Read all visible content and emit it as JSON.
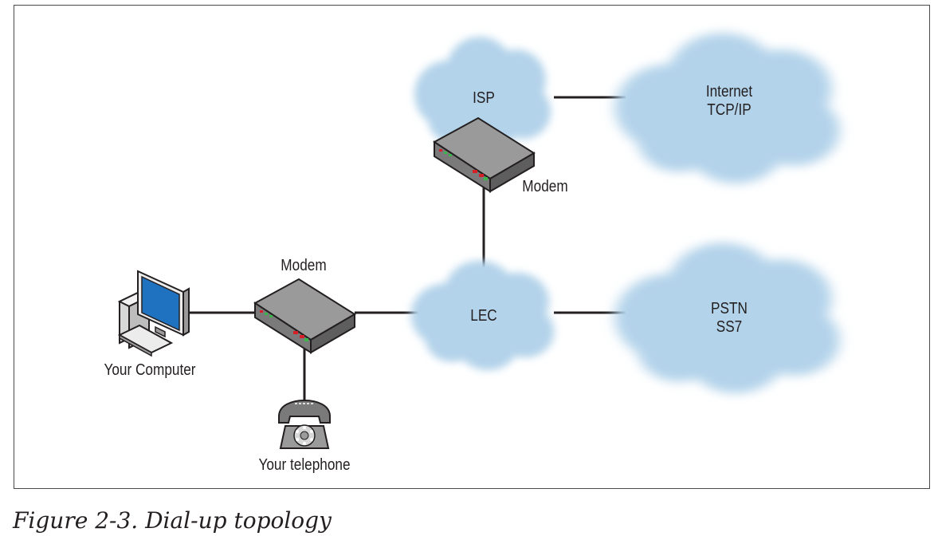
{
  "diagram": {
    "nodes": {
      "isp": {
        "label": "ISP",
        "icon": "cloud-icon"
      },
      "internet": {
        "line1": "Internet",
        "line2": "TCP/IP",
        "icon": "cloud-icon"
      },
      "lec": {
        "label": "LEC",
        "icon": "cloud-icon"
      },
      "pstn": {
        "line1": "PSTN",
        "line2": "SS7",
        "icon": "cloud-icon"
      },
      "isp_modem": {
        "label": "Modem",
        "icon": "modem-icon"
      },
      "user_modem": {
        "label": "Modem",
        "icon": "modem-icon"
      },
      "computer": {
        "label": "Your Computer",
        "icon": "computer-icon"
      },
      "telephone": {
        "label": "Your telephone",
        "icon": "telephone-icon"
      }
    },
    "links": [
      [
        "computer",
        "user_modem"
      ],
      [
        "user_modem",
        "telephone"
      ],
      [
        "user_modem",
        "lec"
      ],
      [
        "lec",
        "pstn"
      ],
      [
        "lec",
        "isp_modem"
      ],
      [
        "isp",
        "internet"
      ]
    ],
    "colors": {
      "cloud": "#b3d3ea",
      "modem": "#8c8c8c",
      "screen": "#1e72c0",
      "line": "#231f20"
    }
  },
  "caption": "Figure 2-3. Dial-up topology"
}
